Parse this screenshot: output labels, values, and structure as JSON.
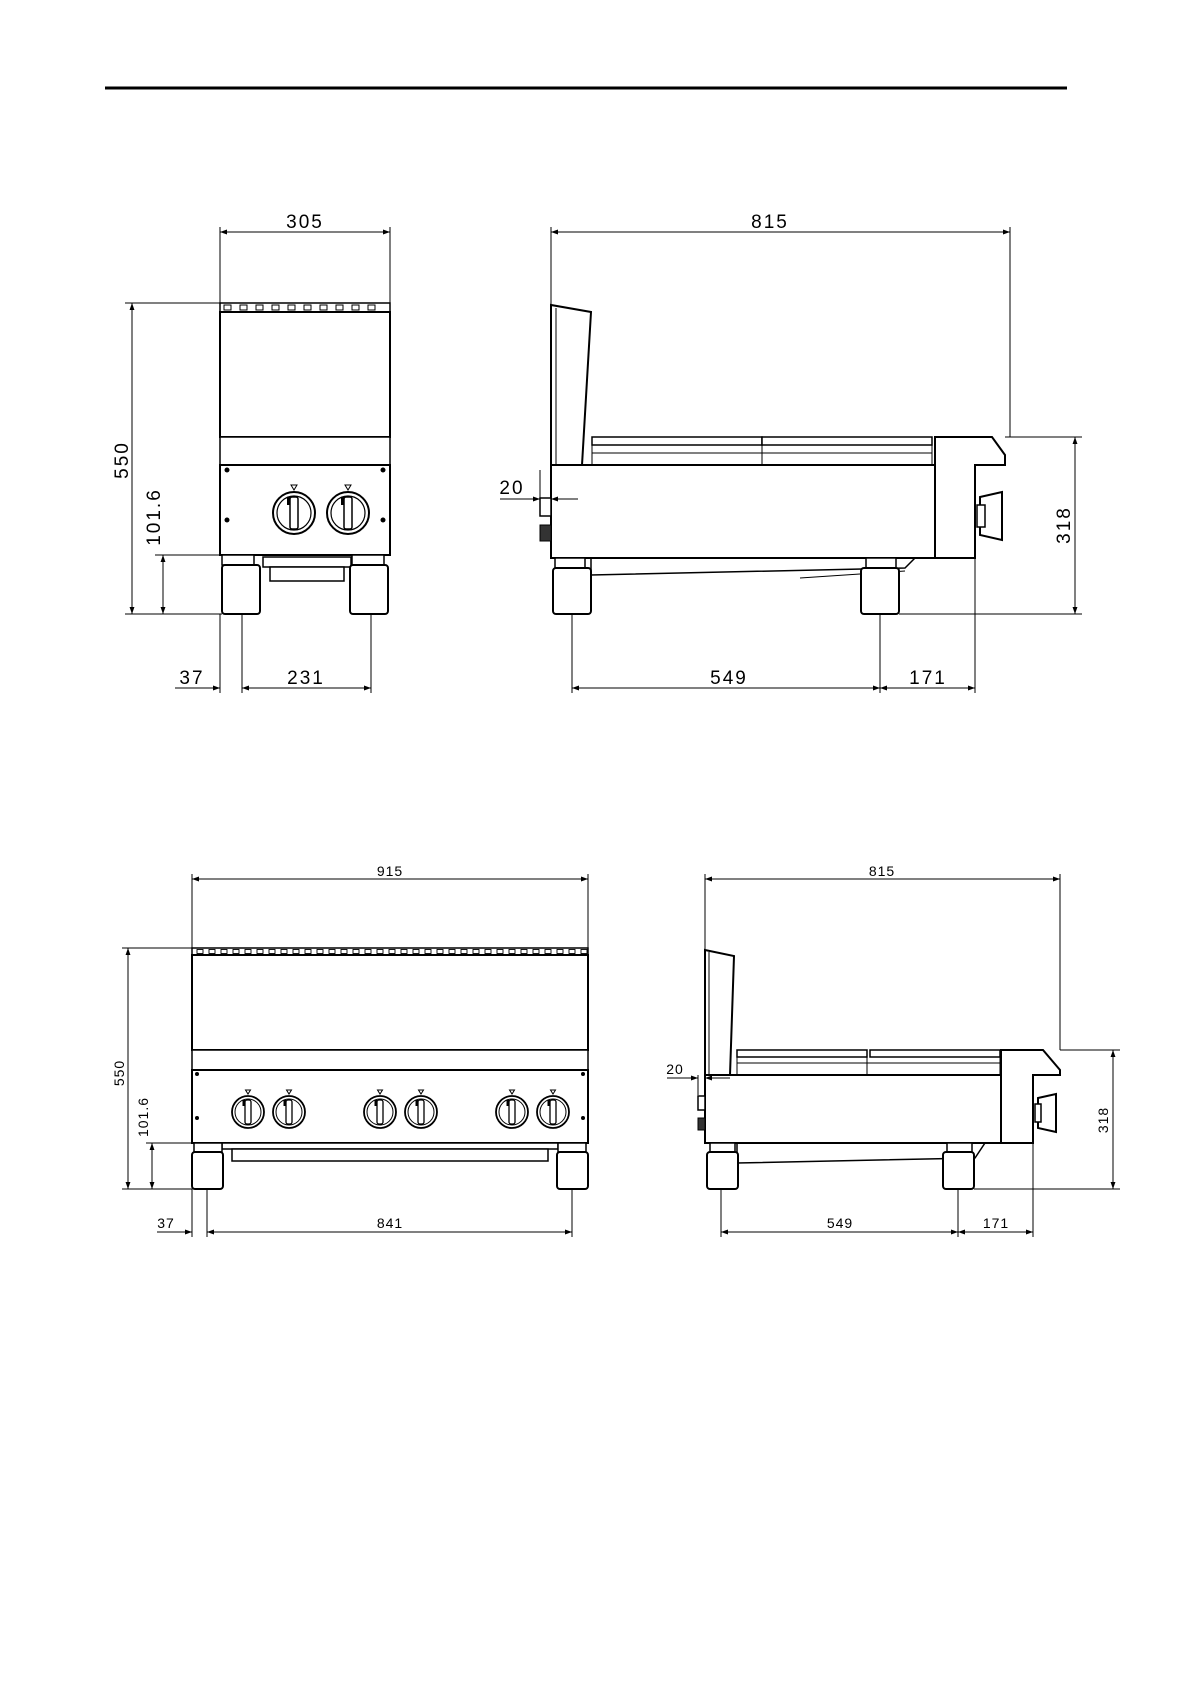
{
  "views": {
    "small_front": {
      "width": "305",
      "height": "550",
      "panel_h": "101.6",
      "leg_off": "37",
      "leg_span": "231"
    },
    "small_side": {
      "depth": "815",
      "offset": "20",
      "height": "318",
      "leg_span": "549",
      "rear": "171"
    },
    "large_front": {
      "width": "915",
      "height": "550",
      "panel_h": "101.6",
      "leg_off": "37",
      "leg_span": "841"
    },
    "large_side": {
      "depth": "815",
      "offset": "20",
      "height": "318",
      "leg_span": "549",
      "rear": "171"
    }
  }
}
